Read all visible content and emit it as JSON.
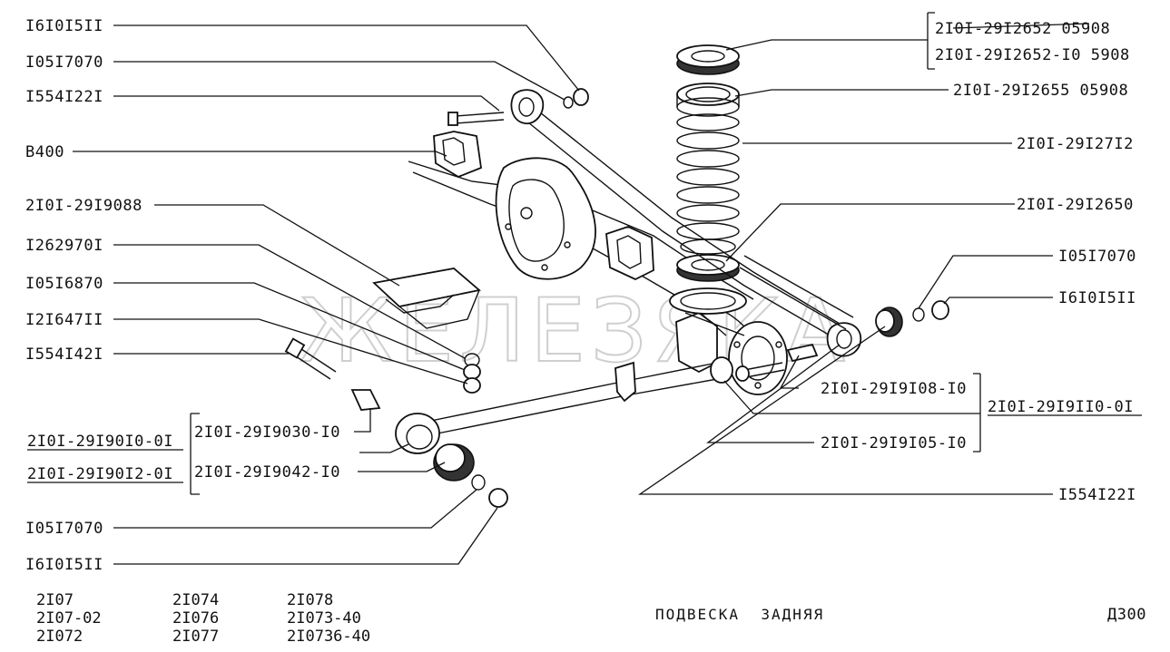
{
  "watermark": "ЖЕЛЕЗЯКА",
  "title": "ПОДВЕСКА  ЗАДНЯЯ",
  "page_code": "Д300",
  "models": {
    "col1": [
      "2I07",
      "2I07-02",
      "2I072"
    ],
    "col2": [
      "2I074",
      "2I076",
      "2I077"
    ],
    "col3": [
      "2I078",
      "2I073-40",
      "2I0736-40"
    ]
  },
  "left_labels": [
    "I6I0I5II",
    "I05I7070",
    "I554I22I",
    "В400",
    "2I0I-29I9088",
    "I262970I",
    "I05I6870",
    "I2I647II",
    "I554I42I",
    "I05I7070",
    "I6I0I5II"
  ],
  "left_group": {
    "assemblies": [
      "2I0I-29I90I0-0I",
      "2I0I-29I90I2-0I"
    ],
    "parts": [
      "2I0I-29I9030-I0",
      "2I0I-29I9042-I0"
    ]
  },
  "right_labels": {
    "seat_a": "2I0I-29I2652 05908",
    "seat_b": "2I0I-29I2652-I0 5908",
    "insulator": "2I0I-29I2655 05908",
    "spring": "2I0I-29I27I2",
    "lower_insulator": "2I0I-29I2650",
    "washer": "I05I7070",
    "nut": "I6I0I5II",
    "bolt": "I554I22I"
  },
  "right_group": {
    "parts": [
      "2I0I-29I9I08-I0",
      "2I0I-29I9I05-I0"
    ],
    "assembly": "2I0I-29I9II0-0I"
  }
}
